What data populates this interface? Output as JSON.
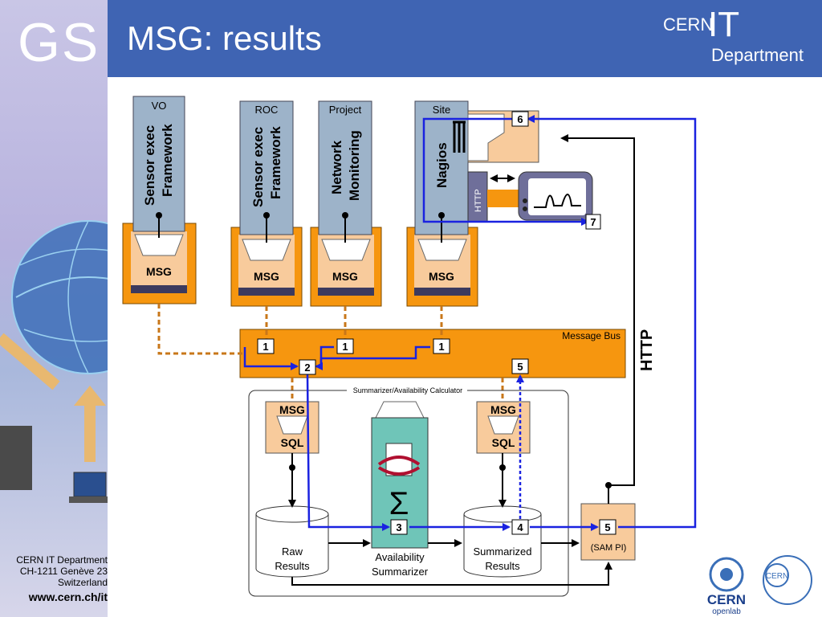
{
  "header": {
    "logo": "GS",
    "title": "MSG: results",
    "brand_cern": "CERN",
    "brand_it": "IT",
    "brand_department": "Department"
  },
  "footer": {
    "line1": "CERN IT Department",
    "line2": "CH-1211 Genève 23",
    "line3": "Switzerland",
    "url": "www.cern.ch/it",
    "cern_label": "CERN",
    "openlab_label": "openlab",
    "seal_label": "CERN"
  },
  "diagram": {
    "vo_label": "VO",
    "roc_label": "ROC",
    "project_label": "Project",
    "site_label": "Site",
    "sensor_line1": "Sensor exec",
    "sensor_line2": "Framework",
    "network_line1": "Network",
    "network_line2": "Monitoring",
    "nagios_label": "Nagios",
    "msg_label": "MSG",
    "sql_label": "SQL",
    "http_small": "HTTP",
    "http_big": "HTTP",
    "message_bus": "Message Bus",
    "summarizer_box": "Summarizer/Availability Calculator",
    "raw_results_1": "Raw",
    "raw_results_2": "Results",
    "summarized_1": "Summarized",
    "summarized_2": "Results",
    "availability_1": "Availability",
    "availability_2": "Summarizer",
    "sam_pi": "(SAM PI)",
    "sigma": "Σ",
    "step_1": "1",
    "step_2": "2",
    "step_3": "3",
    "step_4": "4",
    "step_5": "5",
    "step_6": "6",
    "step_7": "7"
  },
  "colors": {
    "banner": "#3f64b3",
    "orange": "#f6960f",
    "peach": "#f8cb9c",
    "steel": "#9db3c9",
    "arrow_blue": "#1a22e0",
    "dark_band": "#3c3a5e",
    "teal": "#6fc5b8"
  }
}
